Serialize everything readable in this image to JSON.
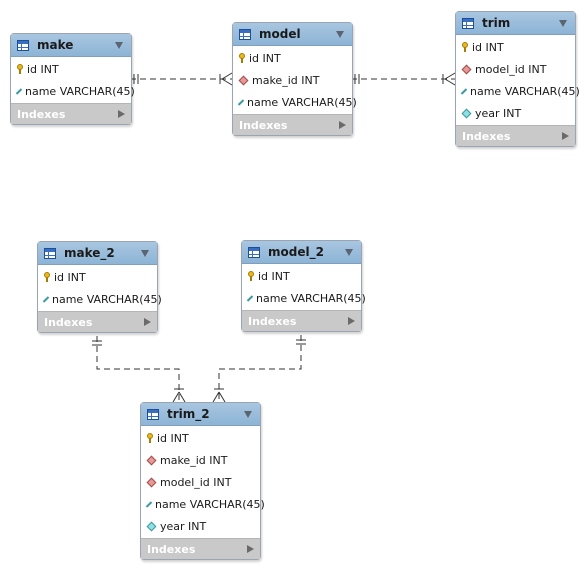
{
  "entities": {
    "make": {
      "title": "make",
      "columns": [
        "id INT",
        "name VARCHAR(45)"
      ],
      "indexes_label": "Indexes"
    },
    "model": {
      "title": "model",
      "columns": [
        "id INT",
        "make_id INT",
        "name VARCHAR(45)"
      ],
      "indexes_label": "Indexes"
    },
    "trim": {
      "title": "trim",
      "columns": [
        "id INT",
        "model_id INT",
        "name VARCHAR(45)",
        "year INT"
      ],
      "indexes_label": "Indexes"
    },
    "make_2": {
      "title": "make_2",
      "columns": [
        "id INT",
        "name VARCHAR(45)"
      ],
      "indexes_label": "Indexes"
    },
    "model_2": {
      "title": "model_2",
      "columns": [
        "id INT",
        "name VARCHAR(45)"
      ],
      "indexes_label": "Indexes"
    },
    "trim_2": {
      "title": "trim_2",
      "columns": [
        "id INT",
        "make_id INT",
        "model_id INT",
        "name VARCHAR(45)",
        "year INT"
      ],
      "indexes_label": "Indexes"
    }
  },
  "icons": {
    "primary_key": "key-icon",
    "foreign_key": "red-diamond-icon",
    "attribute": "cyan-diamond-icon",
    "table": "table-icon",
    "collapse": "triangle-down-icon",
    "expand_indexes": "triangle-right-icon"
  },
  "colors": {
    "header": "#9dbfdc",
    "indexes_bar": "#c9c9c9",
    "primary_key": "#e8b820",
    "foreign_key": "#e59a98",
    "attribute": "#8fe0e4"
  },
  "relationships": [
    {
      "from": "make",
      "to": "model",
      "type": "one-to-many"
    },
    {
      "from": "model",
      "to": "trim",
      "type": "one-to-many"
    },
    {
      "from": "make_2",
      "to": "trim_2",
      "type": "one-to-many"
    },
    {
      "from": "model_2",
      "to": "trim_2",
      "type": "one-to-many"
    }
  ]
}
